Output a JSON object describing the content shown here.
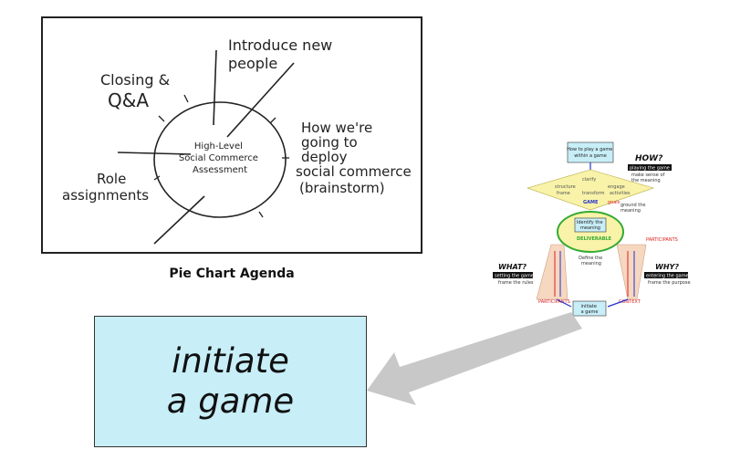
{
  "sketch": {
    "center_label": [
      "High-Level",
      "Social Commerce",
      "Assessment"
    ],
    "segments": [
      {
        "id": "introduce",
        "lines": [
          "Introduce new",
          "people"
        ]
      },
      {
        "id": "closing",
        "lines": [
          "Closing &",
          "Q&A"
        ]
      },
      {
        "id": "how",
        "lines": [
          "How we're",
          "going to",
          "deploy",
          "social commerce",
          "(brainstorm)"
        ]
      },
      {
        "id": "roles",
        "lines": [
          "Role",
          "assignments"
        ]
      }
    ]
  },
  "caption": "Pie Chart Agenda",
  "game_map": {
    "top_box": [
      "How to play a game",
      "within a game"
    ],
    "how_title": "HOW?",
    "how_sub": "playing the game",
    "how_note": [
      "make sense of",
      "the meaning"
    ],
    "diamond_words": [
      "clarify",
      "structure",
      "frame",
      "transform",
      "engage",
      "activities",
      "GAME",
      "goals",
      "ground the",
      "meaning"
    ],
    "center_box": [
      "Identify the",
      "meaning"
    ],
    "deliverable": "DELIVERABLE",
    "define_meaning": [
      "Define the",
      "meaning"
    ],
    "participants_right": "PARTICIPANTS",
    "participants_left": "PARTICIPANTS",
    "what_title": "WHAT?",
    "what_sub": "setting the game",
    "what_note": "frame the rules",
    "why_title": "WHY?",
    "why_sub": "entering the game",
    "why_note": "frame the purpose",
    "context": "CONTEXT",
    "bottom_box": [
      "initiate",
      "a game"
    ]
  },
  "highlight": {
    "lines": [
      "initiate",
      "a game"
    ],
    "background": "#c8eef8"
  },
  "colors": {
    "arrow": "#c8c8c8",
    "map_box": "#c8eef8",
    "diamond": "#f8f3a8",
    "triangle": "#f6d7c0",
    "green": "#33aa33",
    "blue": "#2233cc",
    "red": "#dd2222"
  }
}
